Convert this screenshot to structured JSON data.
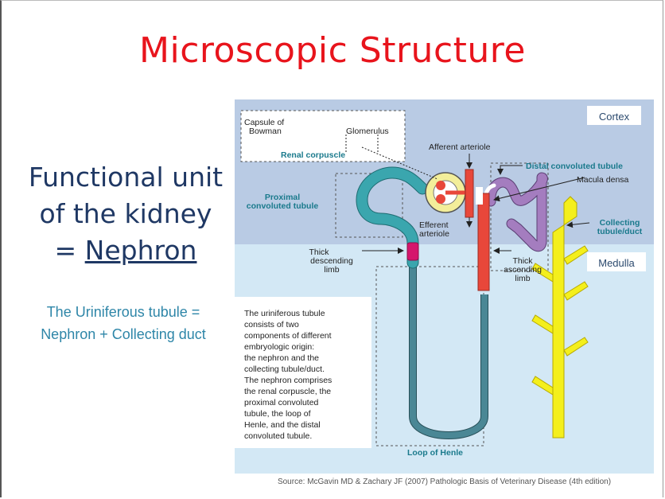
{
  "slide": {
    "title": "Microscopic Structure",
    "heading_line1": "Functional unit",
    "heading_line2": "of the kidney",
    "heading_eq": "= ",
    "heading_nephron": "Nephron",
    "sub_line1": "The Uriniferous tubule =",
    "sub_line2": "Nephron + Collecting duct",
    "source": "Source: McGavin MD & Zachary JF (2007) Pathologic Basis of Veterinary Disease (4th edition)"
  },
  "figure": {
    "cortex": "Cortex",
    "medulla": "Medulla",
    "capsule_line1": "Capsule of",
    "capsule_line2": "Bowman",
    "glomerulus": "Glomerulus",
    "renal_corpuscle": "Renal corpuscle",
    "afferent": "Afferent arteriole",
    "distal": "Distal convoluted tubule",
    "macula": "Macula densa",
    "proximal_line1": "Proximal",
    "proximal_line2": "convoluted tubule",
    "collecting_line1": "Collecting",
    "collecting_line2": "tubule/duct",
    "efferent_line1": "Efferent",
    "efferent_line2": "arteriole",
    "thick_desc_line1": "Thick",
    "thick_desc_line2": "descending",
    "thick_desc_line3": "limb",
    "thick_asc_line1": "Thick",
    "thick_asc_line2": "ascending",
    "thick_asc_line3": "limb",
    "loop": "Loop of Henle",
    "desc_lines": [
      "The uriniferous tubule",
      "consists of two",
      "components of different",
      "embryologic origin:",
      "the nephron and the",
      "collecting tubule/duct.",
      "The nephron comprises",
      "the renal corpuscle, the",
      "proximal convoluted",
      "tubule, the loop of",
      "Henle, and the distal",
      "convoluted tubule."
    ],
    "colors": {
      "cortex_bg": "#b9cbe4",
      "medulla_bg": "#cfe6f4",
      "proximal": "#3aa6ae",
      "loop": "#3f7e8c",
      "ascending": "#e8473a",
      "distal": "#9a72b0",
      "collecting": "#f4ef1c",
      "magenta": "#d5166c",
      "label_teal": "#1a7a8c"
    }
  }
}
